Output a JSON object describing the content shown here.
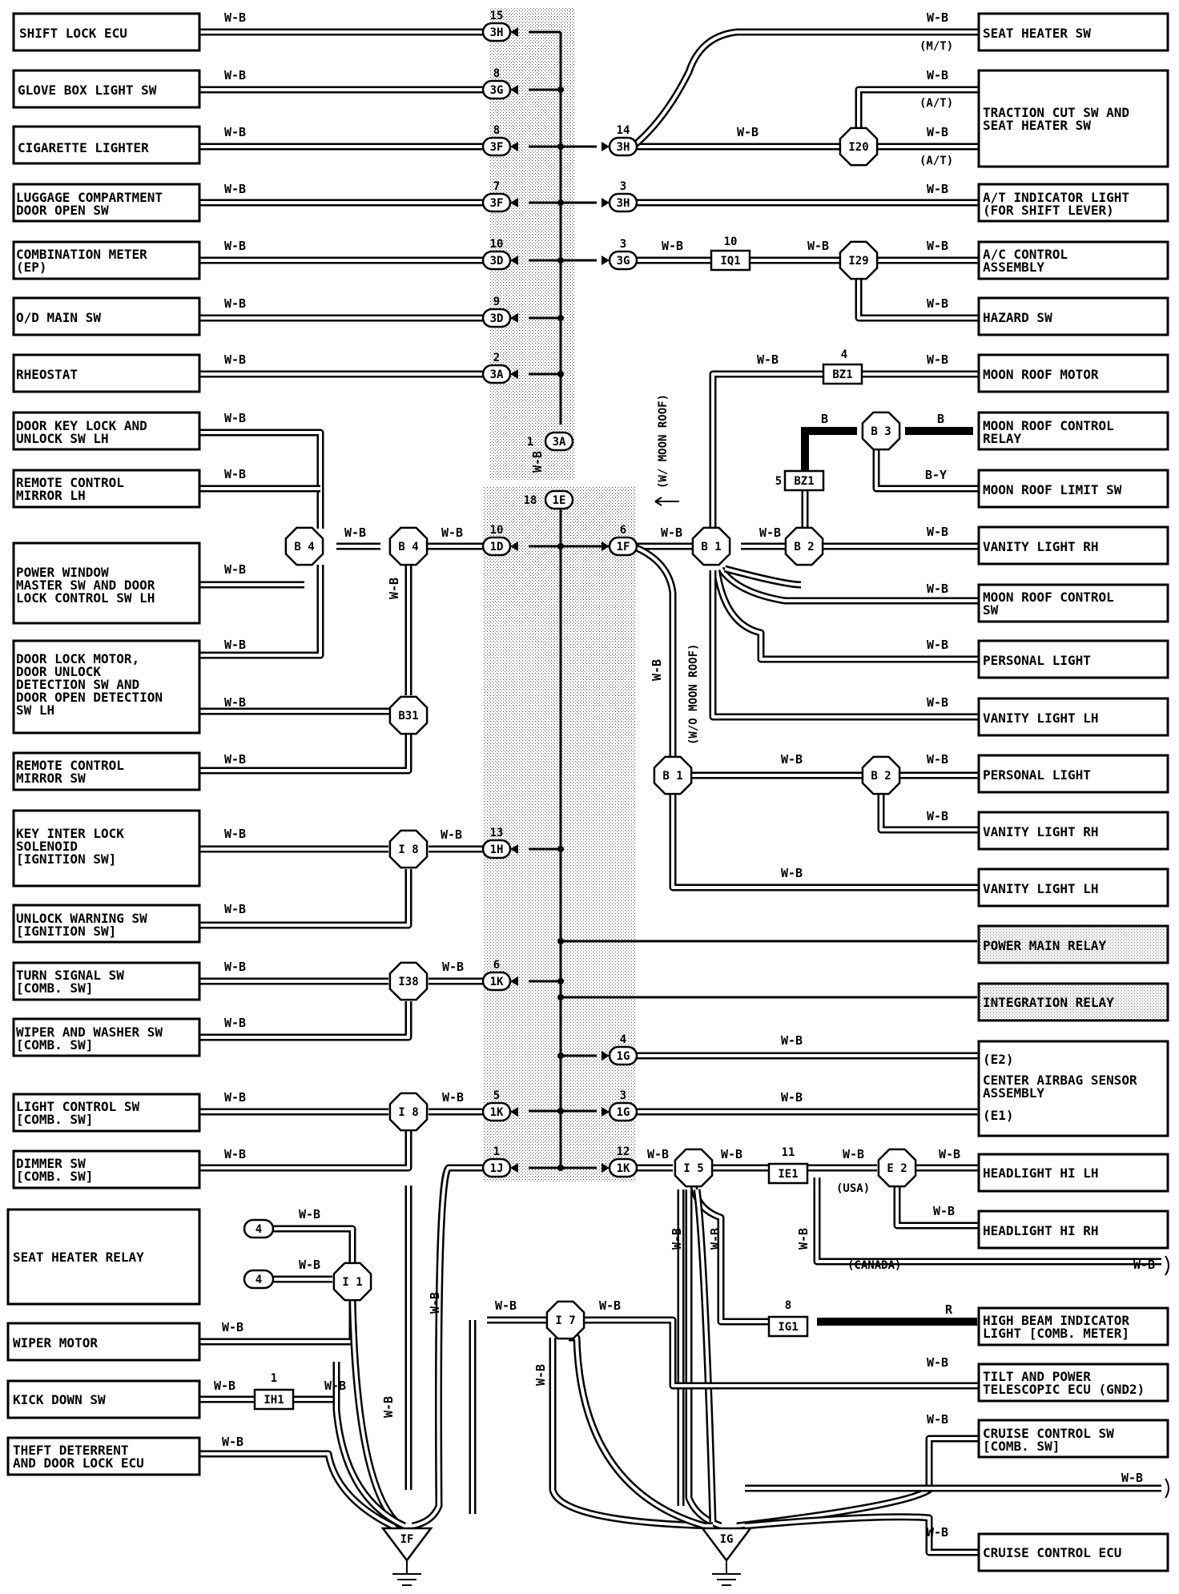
{
  "colors": {
    "ink": "#000000",
    "paper": "#ffffff"
  },
  "components": {
    "shift_lock_ecu": "SHIFT LOCK ECU",
    "glove_box_light_sw": "GLOVE BOX LIGHT SW",
    "cigarette_lighter": "CIGARETTE LIGHTER",
    "luggage_door_open_sw": [
      "LUGGAGE COMPARTMENT",
      "DOOR OPEN SW"
    ],
    "combination_meter_ep": [
      "COMBINATION METER",
      "(EP)"
    ],
    "od_main_sw": "O/D MAIN SW",
    "rheostat": "RHEOSTAT",
    "door_key_lock_sw_lh": [
      "DOOR KEY LOCK AND",
      "UNLOCK SW LH"
    ],
    "remote_mirror_lh": [
      "REMOTE CONTROL",
      "MIRROR LH"
    ],
    "power_window_master_sw": [
      "POWER WINDOW",
      "MASTER SW AND DOOR",
      "LOCK CONTROL SW LH"
    ],
    "door_lock_motor": [
      "DOOR LOCK MOTOR,",
      "DOOR UNLOCK",
      "DETECTION SW AND",
      "DOOR OPEN DETECTION",
      "SW LH"
    ],
    "remote_mirror_sw": [
      "REMOTE CONTROL",
      "MIRROR SW"
    ],
    "key_interlock_solenoid": [
      "KEY INTER LOCK",
      "SOLENOID",
      "[IGNITION SW]"
    ],
    "unlock_warning_sw": [
      "UNLOCK WARNING SW",
      "[IGNITION SW]"
    ],
    "turn_signal_sw": [
      "TURN SIGNAL SW",
      "[COMB. SW]"
    ],
    "wiper_washer_sw": [
      "WIPER AND WASHER SW",
      "[COMB. SW]"
    ],
    "light_control_sw": [
      "LIGHT CONTROL SW",
      "[COMB. SW]"
    ],
    "dimmer_sw": [
      "DIMMER SW",
      "[COMB. SW]"
    ],
    "seat_heater_relay": "SEAT HEATER RELAY",
    "wiper_motor": "WIPER MOTOR",
    "kick_down_sw": "KICK DOWN SW",
    "theft_deterrent_ecu": [
      "THEFT DETERRENT",
      "AND DOOR LOCK ECU"
    ],
    "seat_heater_sw": "SEAT HEATER SW",
    "traction_cut_sw": [
      "TRACTION CUT SW AND",
      "SEAT HEATER SW"
    ],
    "at_indicator_light": [
      "A/T INDICATOR LIGHT",
      "(FOR SHIFT LEVER)"
    ],
    "ac_control_assembly": [
      "A/C CONTROL",
      "ASSEMBLY"
    ],
    "hazard_sw": "HAZARD SW",
    "moon_roof_motor": "MOON ROOF MOTOR",
    "moon_roof_control_relay": [
      "MOON ROOF CONTROL",
      "RELAY"
    ],
    "moon_roof_limit_sw": "MOON ROOF LIMIT SW",
    "vanity_light_rh_1": "VANITY LIGHT RH",
    "moon_roof_control_sw": [
      "MOON ROOF CONTROL",
      "SW"
    ],
    "personal_light_1": "PERSONAL LIGHT",
    "vanity_light_lh_1": "VANITY LIGHT LH",
    "personal_light_2": "PERSONAL LIGHT",
    "vanity_light_rh_2": "VANITY LIGHT RH",
    "vanity_light_lh_2": "VANITY LIGHT LH",
    "power_main_relay": "POWER MAIN RELAY",
    "integration_relay": "INTEGRATION RELAY",
    "center_airbag_sensor": [
      "(E2)",
      "CENTER AIRBAG SENSOR",
      "ASSEMBLY",
      "(E1)"
    ],
    "headlight_hi_lh": "HEADLIGHT HI LH",
    "headlight_hi_rh": "HEADLIGHT HI RH",
    "high_beam_indicator": [
      "HIGH BEAM INDICATOR",
      "LIGHT [COMB. METER]"
    ],
    "tilt_telescopic_ecu": [
      "TILT AND POWER",
      "TELESCOPIC ECU (GND2)"
    ],
    "cruise_control_sw": [
      "CRUISE CONTROL SW",
      "[COMB. SW]"
    ],
    "cruise_control_ecu": "CRUISE CONTROL ECU"
  },
  "wire_colors": {
    "wb": "W-B",
    "b": "B",
    "by": "B-Y",
    "r": "R"
  },
  "notes": {
    "mt": "(M/T)",
    "at": "(A/T)",
    "with_moon_roof": "(W/ MOON ROOF)",
    "without_moon_roof": "(W/O MOON ROOF)",
    "usa": "(USA)",
    "canada": "(CANADA)"
  },
  "connectors": {
    "c3H": "3H",
    "c3G": "3G",
    "c3F": "3F",
    "c3D": "3D",
    "c3A": "3A",
    "c1E": "1E",
    "c1D": "1D",
    "c1F": "1F",
    "c1H": "1H",
    "c1K": "1K",
    "c1G": "1G",
    "c1J": "1J",
    "cIQ1": "IQ1",
    "cBZ1": "BZ1",
    "cIE1": "IE1",
    "cIG1": "IG1",
    "cIH1": "IH1",
    "c4": "4"
  },
  "junctions": {
    "b4": "B 4",
    "b31": "B31",
    "i8": "I 8",
    "i38": "I38",
    "i1": "I 1",
    "i7": "I 7",
    "i20": "I20",
    "i29": "I29",
    "b3": "B 3",
    "b1": "B 1",
    "b2": "B 2",
    "i5": "I 5",
    "e2": "E 2"
  },
  "grounds": {
    "if": "IF",
    "ig": "IG"
  },
  "pins": {
    "p15": "15",
    "p8": "8",
    "p7": "7",
    "p10": "10",
    "p9": "9",
    "p2": "2",
    "p1": "1",
    "p18": "18",
    "p14": "14",
    "p3": "3",
    "p6": "6",
    "p4": "4",
    "p13": "13",
    "p5": "5",
    "p12": "12",
    "p11": "11"
  }
}
